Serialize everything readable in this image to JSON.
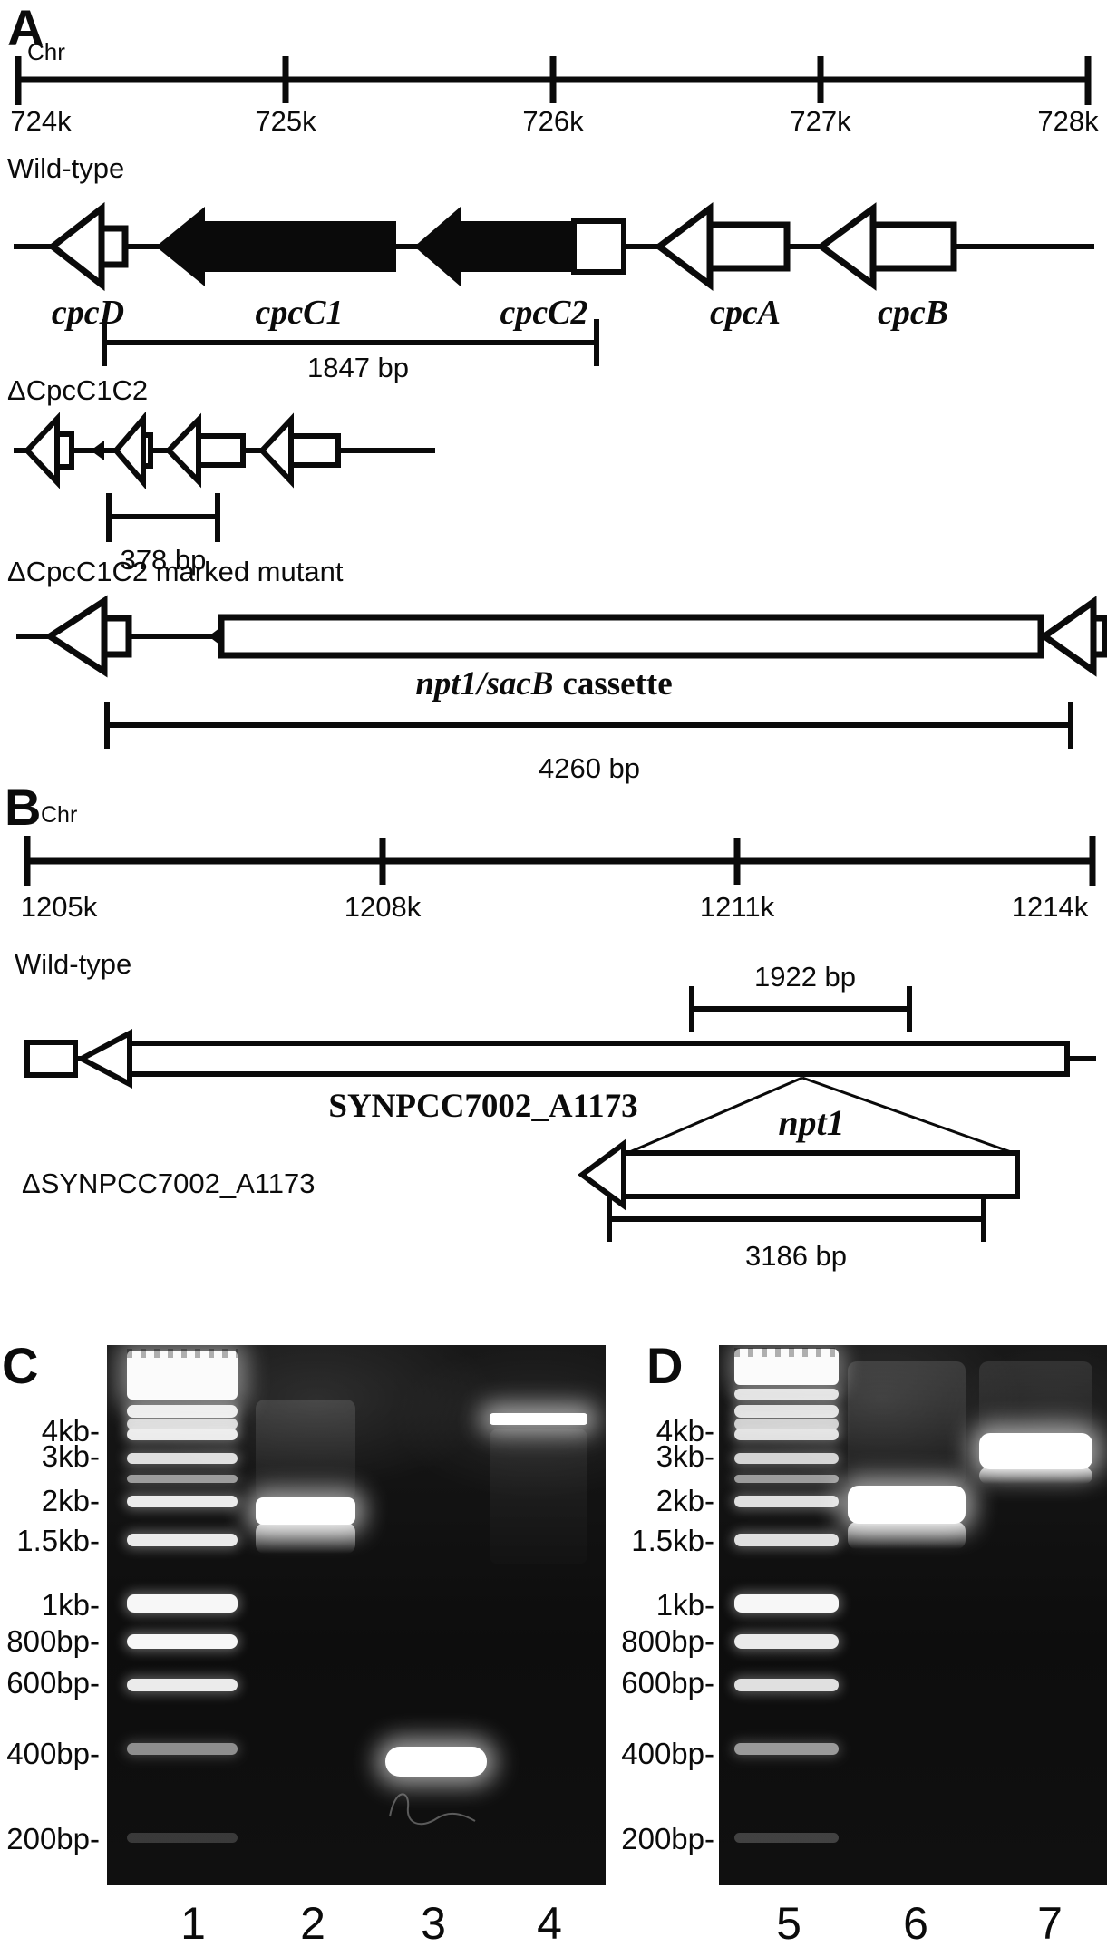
{
  "figure": {
    "panel_a": {
      "label": "A",
      "ruler": {
        "name": "Chr",
        "ticks": [
          "724k",
          "725k",
          "726k",
          "727k",
          "728k"
        ]
      },
      "wild_type": {
        "label": "Wild-type",
        "genes": [
          "cpcD",
          "cpcC1",
          "cpcC2",
          "cpcA",
          "cpcB"
        ],
        "bracket": "1847 bp"
      },
      "delta": {
        "label": "ΔCpcC1C2",
        "bracket": "378 bp"
      },
      "marked": {
        "label": "ΔCpcC1C2 marked mutant",
        "cassette_gene": "npt1/sacB",
        "cassette_word": "cassette",
        "bracket": "4260 bp"
      }
    },
    "panel_b": {
      "label": "B",
      "ruler": {
        "name": "Chr",
        "ticks": [
          "1205k",
          "1208k",
          "1211k",
          "1214k"
        ]
      },
      "wild_type": {
        "label": "Wild-type",
        "bracket": "1922 bp",
        "gene": "SYNPCC7002_A1173"
      },
      "mutant": {
        "label": "ΔSYNPCC7002_A1173",
        "insert": "npt1",
        "bracket": "3186 bp"
      }
    },
    "panel_c": {
      "label": "C",
      "size_markers": [
        "4kb-",
        "3kb-",
        "2kb-",
        "1.5kb-",
        "1kb-",
        "800bp-",
        "600bp-",
        "400bp-",
        "200bp-"
      ],
      "lanes": [
        "1",
        "2",
        "3",
        "4"
      ]
    },
    "panel_d": {
      "label": "D",
      "size_markers": [
        "4kb-",
        "3kb-",
        "2kb-",
        "1.5kb-",
        "1kb-",
        "800bp-",
        "600bp-",
        "400bp-",
        "200bp-"
      ],
      "lanes": [
        "5",
        "6",
        "7"
      ]
    }
  }
}
